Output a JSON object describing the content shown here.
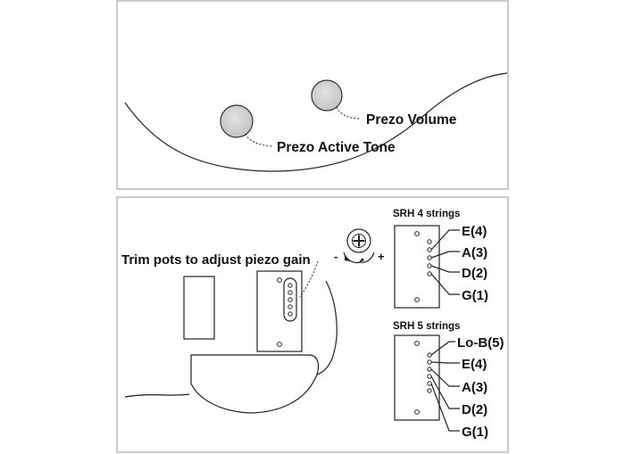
{
  "top_panel": {
    "knobs": [
      {
        "id": "volume",
        "label": "Prezo Volume"
      },
      {
        "id": "tone",
        "label": "Prezo Active Tone"
      }
    ]
  },
  "bottom_panel": {
    "trim_label": "Trim pots to adjust piezo gain",
    "trim_minus": "-",
    "trim_plus": "+",
    "srh4": {
      "title": "SRH 4 strings",
      "strings": [
        "E(4)",
        "A(3)",
        "D(2)",
        "G(1)"
      ]
    },
    "srh5": {
      "title": "SRH 5 strings",
      "strings": [
        "Lo-B(5)",
        "E(4)",
        "A(3)",
        "D(2)",
        "G(1)"
      ]
    }
  }
}
